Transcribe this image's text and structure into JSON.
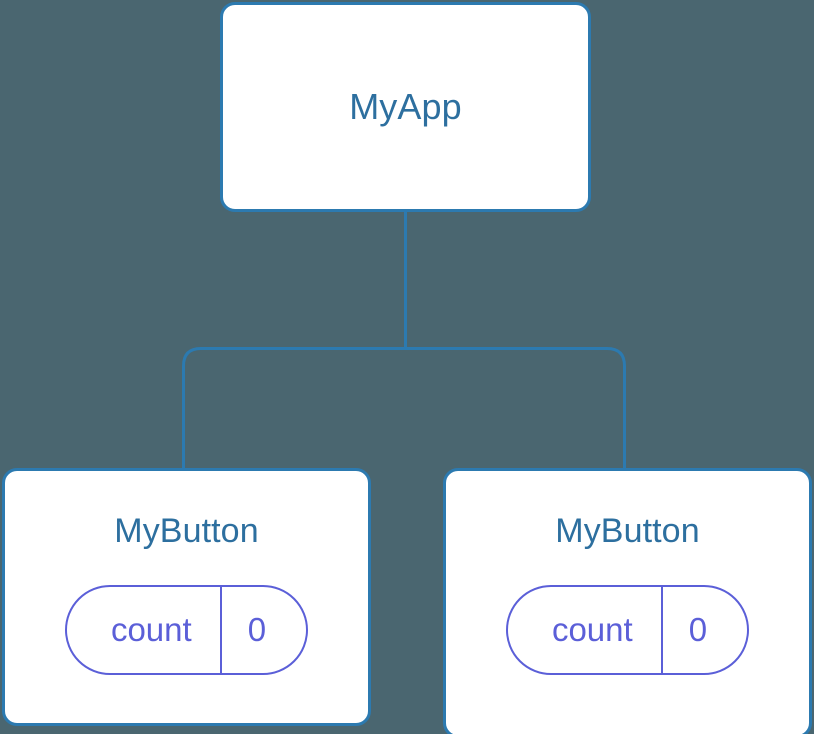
{
  "diagram": {
    "type": "component-tree",
    "background_color": "#4a6670",
    "node_fill_color": "#ffffff",
    "node_border_color": "#2c7ab0",
    "node_label_color": "#2d6f9f",
    "state_pill_color": "#5b5fd8",
    "connector_color": "#2c7ab0"
  },
  "root": {
    "label": "MyApp"
  },
  "children": [
    {
      "label": "MyButton",
      "state": {
        "key": "count",
        "value": "0"
      }
    },
    {
      "label": "MyButton",
      "state": {
        "key": "count",
        "value": "0"
      }
    }
  ]
}
